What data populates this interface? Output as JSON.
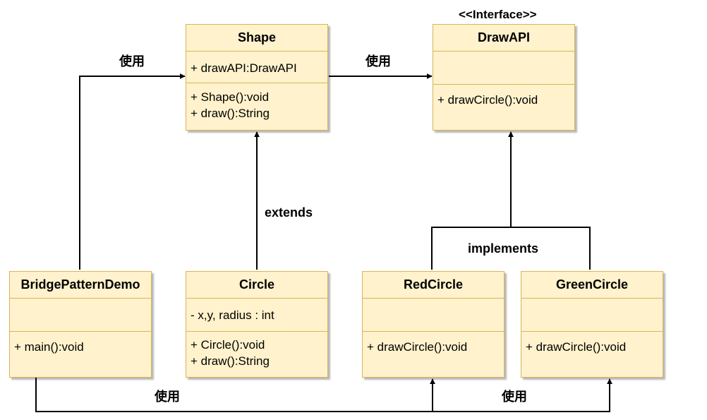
{
  "colors": {
    "fill": "#fff2cc",
    "stroke": "#d6b656",
    "edge": "#000000"
  },
  "classes": {
    "shape": {
      "name": "Shape",
      "attributes": [
        "+ drawAPI:DrawAPI"
      ],
      "methods": [
        "+ Shape():void",
        "+ draw():String"
      ]
    },
    "drawapi": {
      "stereotype": "<<Interface>>",
      "name": "DrawAPI",
      "attributes": [],
      "methods": [
        "+ drawCircle():void"
      ]
    },
    "demo": {
      "name": "BridgePatternDemo",
      "attributes": [],
      "methods": [
        "+ main():void"
      ]
    },
    "circle": {
      "name": "Circle",
      "attributes": [
        "- x,y, radius : int"
      ],
      "methods": [
        "+ Circle():void",
        "+ draw():String"
      ]
    },
    "red": {
      "name": "RedCircle",
      "attributes": [],
      "methods": [
        "+ drawCircle():void"
      ]
    },
    "green": {
      "name": "GreenCircle",
      "attributes": [],
      "methods": [
        "+ drawCircle():void"
      ]
    }
  },
  "edges": {
    "demo_shape": "使用",
    "shape_drawapi": "使用",
    "circle_shape": "extends",
    "impl": "implements",
    "demo_circles": "使用",
    "demo_circles_2": "使用"
  }
}
